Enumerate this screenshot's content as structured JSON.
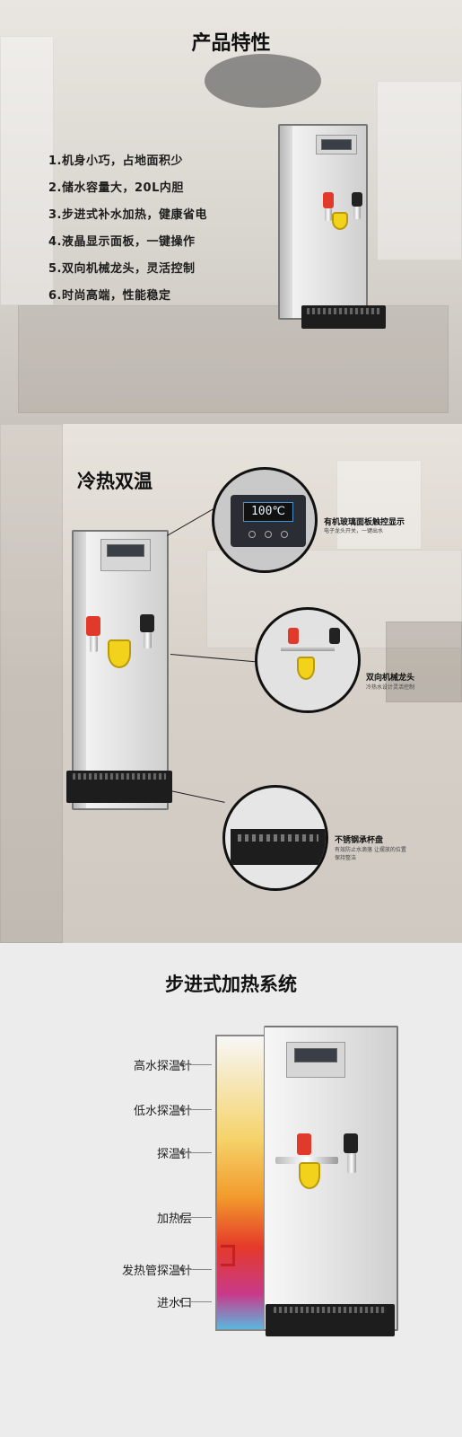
{
  "section1": {
    "title": "产品特性",
    "features": [
      "1.机身小巧，占地面积少",
      "2.储水容量大，20L内胆",
      "3.步进式补水加热，健康省电",
      "4.液晶显示面板，一键操作",
      "5.双向机械龙头，灵活控制",
      "6.时尚高端，性能稳定"
    ]
  },
  "section2": {
    "title": "冷热双温",
    "display": "100℃",
    "callouts": [
      {
        "title": "有机玻璃面板触控显示",
        "sub": "电子龙头开关，一键出水"
      },
      {
        "title": "双向机械龙头",
        "sub": "冷热水设计灵活控制"
      },
      {
        "title": "不锈钢承杯盘",
        "sub": "有效防止水滴落 让摆放的位置保持整洁"
      }
    ]
  },
  "section3": {
    "title": "步进式加热系统",
    "labels": [
      "高水探温针",
      "低水探温针",
      "探温针",
      "加热层",
      "发热管探温针",
      "进水口"
    ]
  }
}
